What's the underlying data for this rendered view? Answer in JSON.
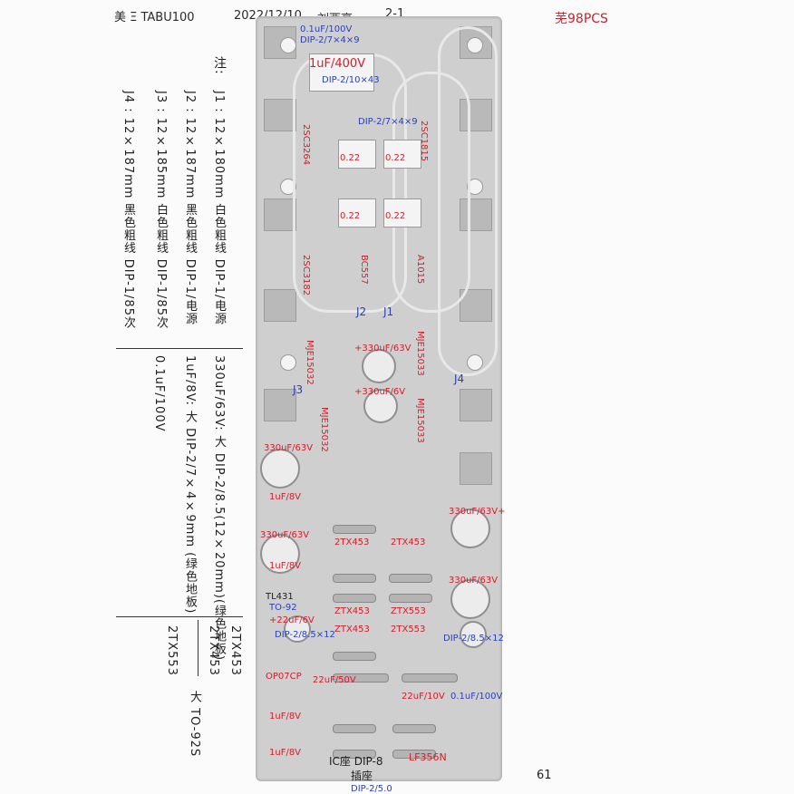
{
  "header": {
    "left": "美 Ξ TABU100",
    "date": "2022/12/10",
    "author": "刘西亮",
    "page_ref": "2-1",
    "red_code": "芜98PCS"
  },
  "notes": {
    "title": "注:",
    "lines": [
      "J1 : 12×180mm 白色粗线 DIP-1/电源",
      "J2 : 12×187mm 黑色粗线 DIP-1/电源",
      "J3 : 12×185mm 白色粗线 DIP-1/85次",
      "J4 : 12×187mm 黑色粗线 DIP-1/85次"
    ],
    "cap_lines": [
      "330uF/63V: 大 DIP-2/8.5(12×20mm)(绿色地板)",
      "1uF/8V: 大 DIP-2/7×4×9mm (绿色地板)",
      "0.1uF/100V"
    ],
    "transistors": [
      "2TX453",
      "2TX453",
      "2TX553"
    ],
    "transistor_pkg": "大 TO-92S",
    "page_number": "61"
  },
  "board_labels": {
    "red": [
      "1uF/400V",
      "1uF/8V",
      "330uF/63V",
      "330uF/63V+",
      "330uF/63V",
      "330uF/63V",
      "+330uF/63V",
      "+330uF/6V",
      "1uF/8V",
      "1uF/8V",
      "1uF/8V",
      "22uF/50V",
      "22uF/10V",
      "TL431",
      "OP07CP",
      "LF356N",
      "MJE15032",
      "MJE15033",
      "MJE15032",
      "MJE15033",
      "2TX453",
      "2TX453",
      "ZTX453",
      "ZTX553",
      "ZTX453",
      "2TX553",
      "+22uF/6V",
      "2SC3264",
      "2SC1815",
      "2SC3182",
      "0.22",
      "0.22",
      "0.22",
      "0.22",
      "BC557",
      "A1015"
    ],
    "blue": [
      "0.1uF/100V",
      "DIP-2/7×4×9",
      "DIP-2/7×4×9",
      "DIP-2/8.5×12",
      "DIP-2/8.5×12",
      "DIP-2/10×43",
      "J3",
      "J4",
      "J2",
      "J1",
      "TO-92",
      "0.1uF/100V",
      "DIP-2/5.0"
    ],
    "bottom": "IC座 DIP-8",
    "bottom2": "插座",
    "bottom3": "DIP-2/5.0"
  }
}
